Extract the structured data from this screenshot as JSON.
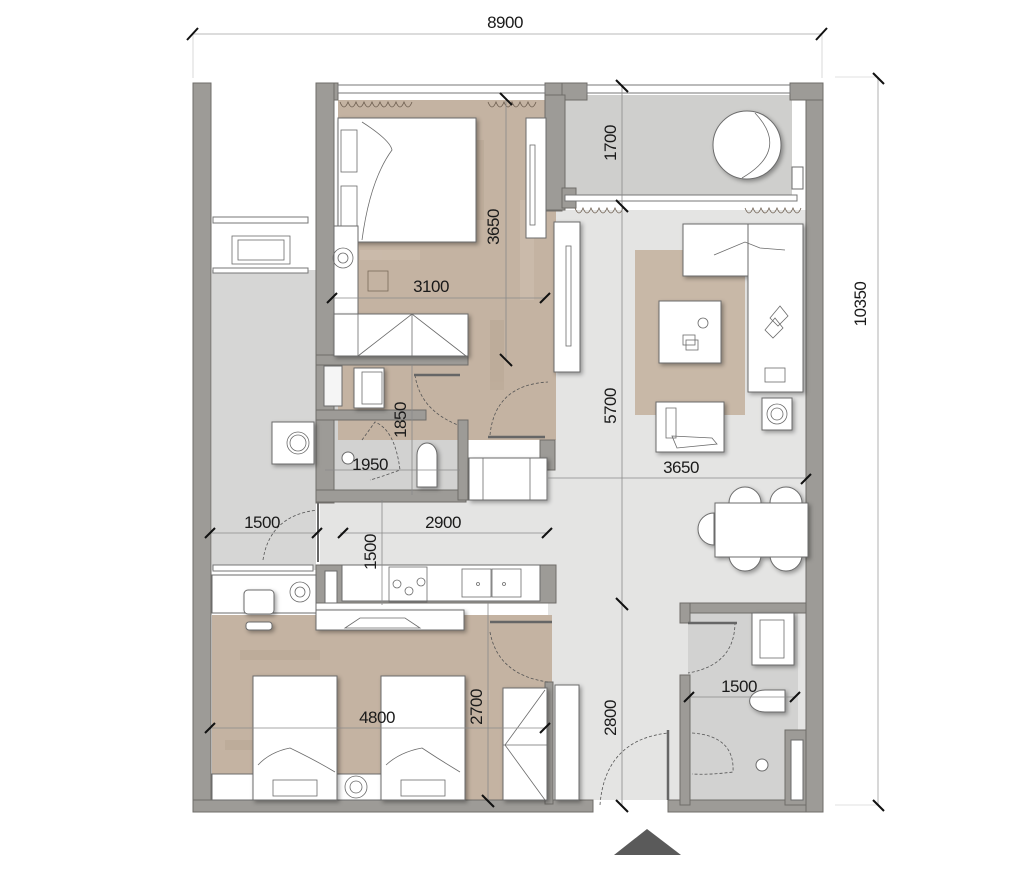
{
  "plan": {
    "type": "apartment floor plan",
    "overall_dimensions": {
      "width": "8900",
      "depth": "10350"
    },
    "rooms": [
      {
        "id": "master-bedroom",
        "dims": [
          "3100",
          "3650"
        ]
      },
      {
        "id": "balcony",
        "dims": [
          "1700"
        ]
      },
      {
        "id": "living-room",
        "dims": [
          "3650",
          "5700"
        ]
      },
      {
        "id": "bathroom-1",
        "dims": [
          "1950",
          "1850"
        ]
      },
      {
        "id": "service-yard",
        "dims": [
          "1500"
        ]
      },
      {
        "id": "kitchen",
        "dims": [
          "2900",
          "1500"
        ]
      },
      {
        "id": "second-bedroom",
        "dims": [
          "4800",
          "2700"
        ]
      },
      {
        "id": "corridor",
        "dims": [
          "2800"
        ]
      },
      {
        "id": "bathroom-2",
        "dims": [
          "1500"
        ]
      }
    ],
    "labels": {
      "overall_width": "8900",
      "overall_depth": "10350",
      "master_bed_width": "3100",
      "master_bed_depth": "3650",
      "balcony_depth": "1700",
      "living_depth": "5700",
      "living_width": "3650",
      "bath1_width": "1950",
      "bath1_depth": "1850",
      "service_width": "1500",
      "kitchen_width": "2900",
      "kitchen_depth": "1500",
      "bed2_width": "4800",
      "bed2_depth": "2700",
      "corridor_depth": "2800",
      "bath2_width": "1500"
    },
    "entrance_marker": "entrance-arrow",
    "colors": {
      "wall": "#9d9b97",
      "tile_floor": "#e4e4e3",
      "wood_floor": "#c4b3a2",
      "balcony_floor": "#cfcfcd",
      "rug": "#c8b8a7",
      "entrance_arrow": "#5a5a5a"
    }
  }
}
